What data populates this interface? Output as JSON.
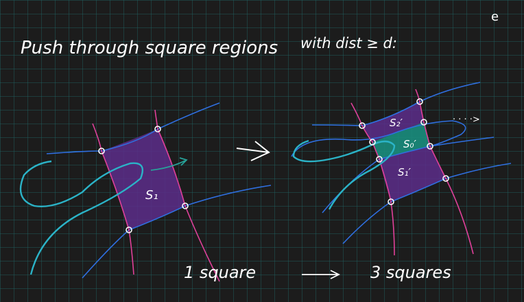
{
  "page_label": "e",
  "heading": {
    "text": "Push through square regions",
    "condition": "with dist ≥ d:"
  },
  "left_figure": {
    "region_label": "S₁"
  },
  "right_figure": {
    "top_label": "S₂′",
    "middle_label": "S₀′",
    "bottom_label": "S₁′",
    "continuation": "· · · ·>"
  },
  "caption": {
    "before": "1 square",
    "after": "3 squares"
  },
  "colors": {
    "background": "#1c1c1c",
    "grid": "#1f5d5d",
    "ink": "#ffffff",
    "blue_curve": "#2f6fe0",
    "magenta_curve": "#e0409a",
    "cyan_curve": "#2bb3c7",
    "region_fill": "#5c2d8a",
    "middle_fill": "#1a8d7d",
    "arrow_teal": "#27a39a"
  }
}
